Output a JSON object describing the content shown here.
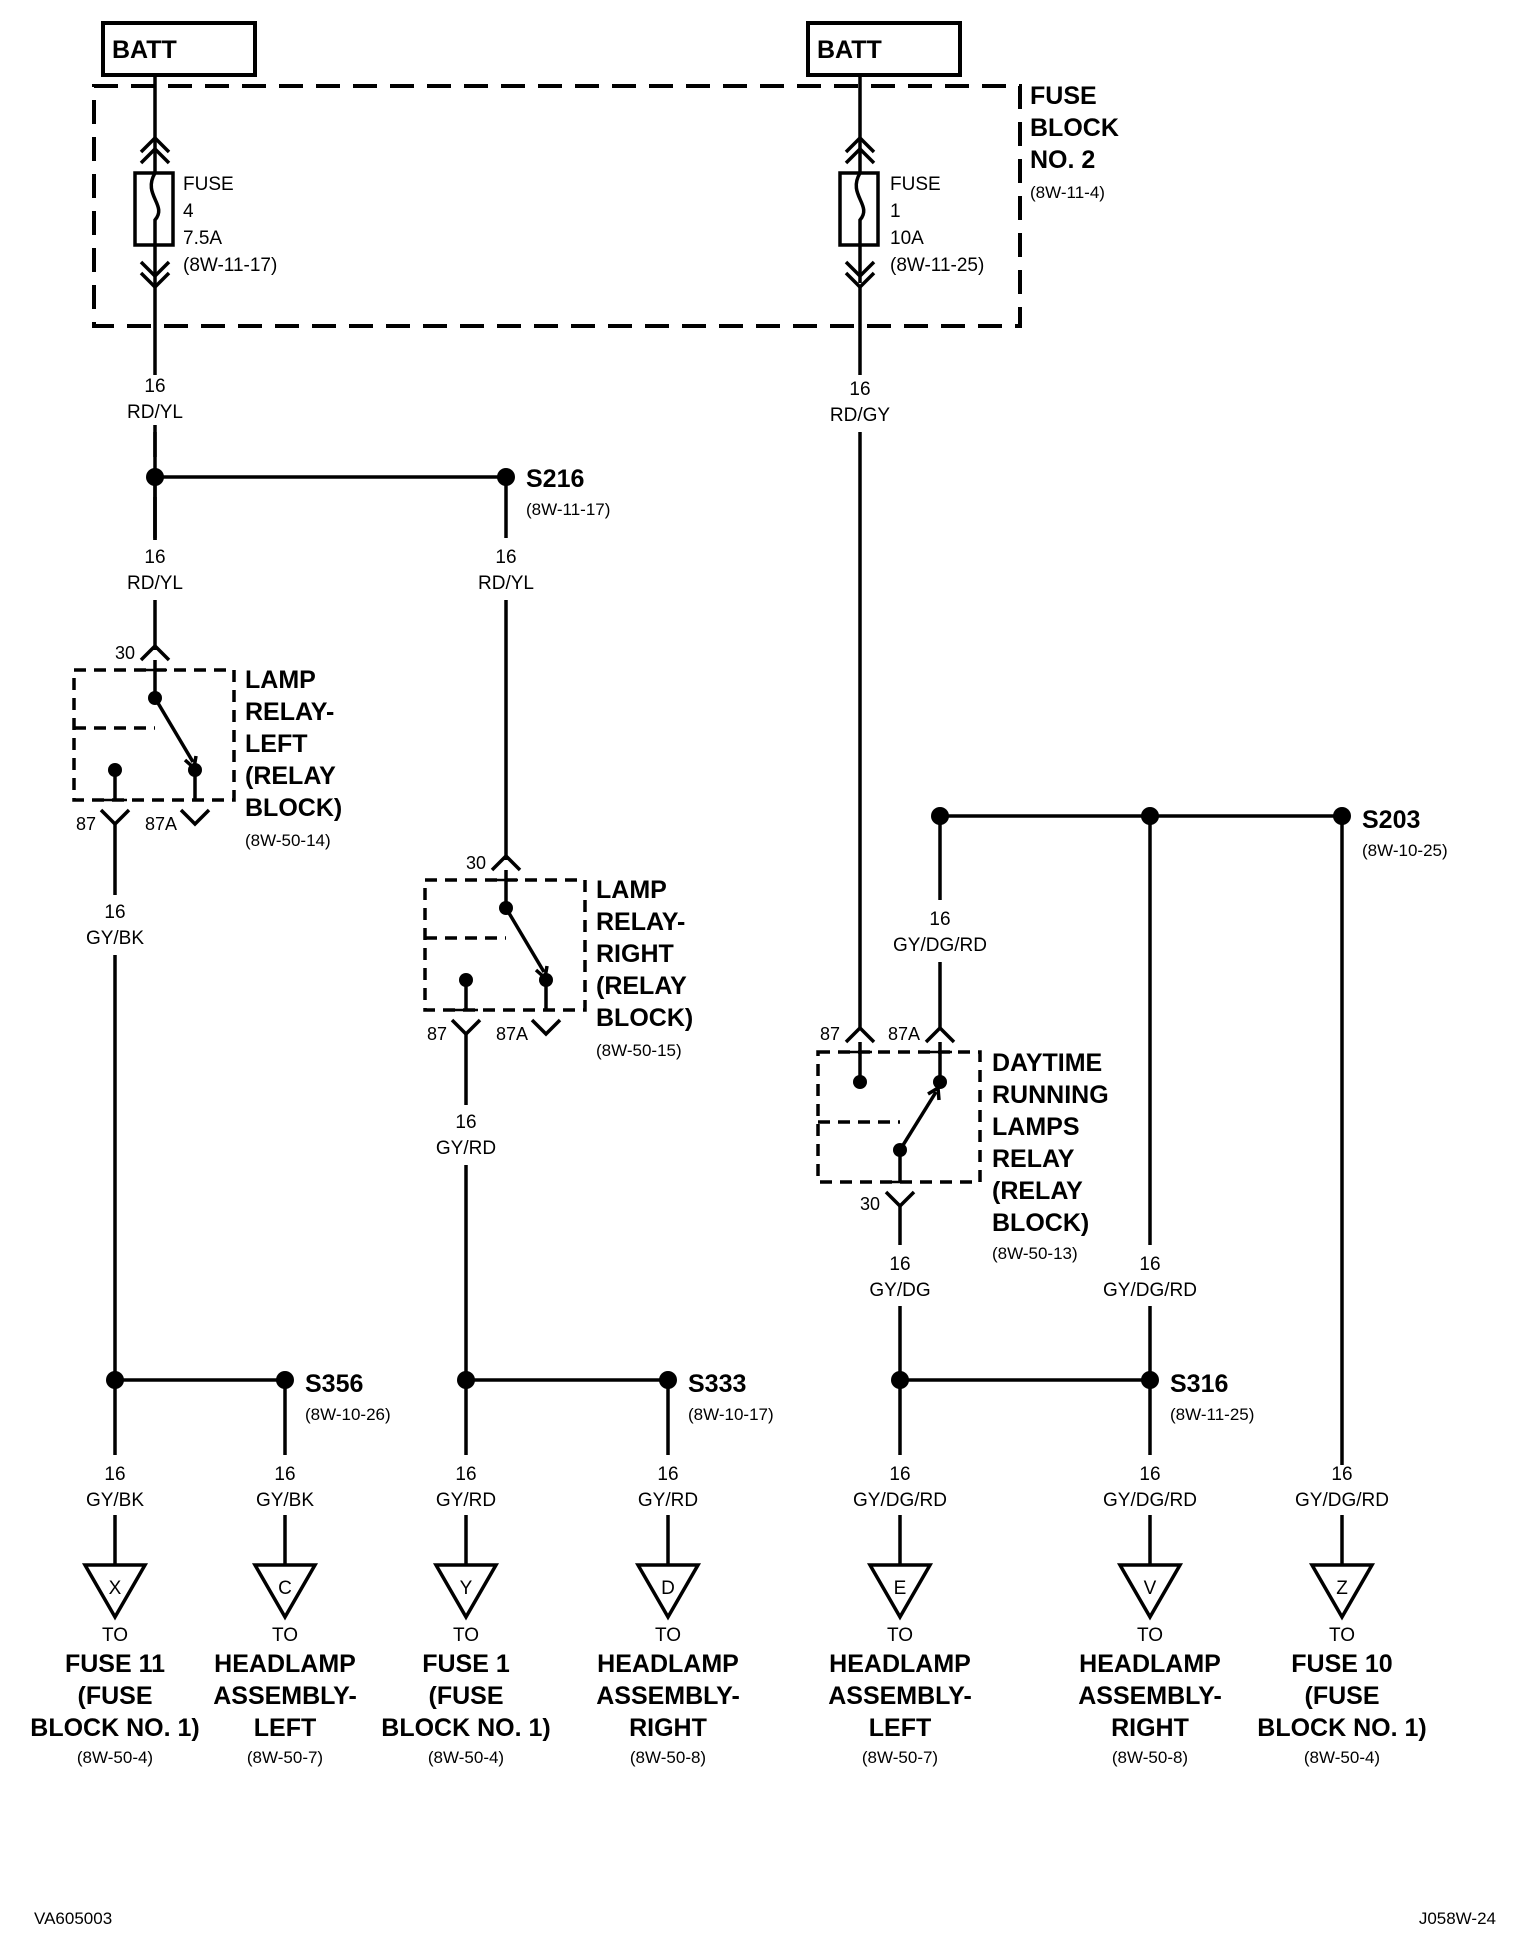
{
  "batt": [
    "BATT",
    "BATT"
  ],
  "fuse_block": {
    "lines": [
      "FUSE",
      "BLOCK",
      "NO. 2"
    ],
    "ref": "(8W-11-4)"
  },
  "fuses": [
    {
      "lines": [
        "FUSE",
        "4",
        "7.5A",
        "(8W-11-17)"
      ]
    },
    {
      "lines": [
        "FUSE",
        "1",
        "10A",
        "(8W-11-25)"
      ]
    }
  ],
  "wires": {
    "w1": [
      "16",
      "RD/YL"
    ],
    "w2": [
      "16",
      "RD/GY"
    ],
    "w3": [
      "16",
      "RD/YL"
    ],
    "w4": [
      "16",
      "RD/YL"
    ],
    "w5": [
      "16",
      "GY/BK"
    ],
    "w6": [
      "16",
      "GY/RD"
    ],
    "w7": [
      "16",
      "GY/DG/RD"
    ],
    "w8": [
      "16",
      "GY/DG"
    ],
    "w9": [
      "16",
      "GY/DG/RD"
    ],
    "b1": [
      "16",
      "GY/BK"
    ],
    "b2": [
      "16",
      "GY/BK"
    ],
    "b3": [
      "16",
      "GY/RD"
    ],
    "b4": [
      "16",
      "GY/RD"
    ],
    "b5": [
      "16",
      "GY/DG/RD"
    ],
    "b6": [
      "16",
      "GY/DG/RD"
    ],
    "b7": [
      "16",
      "GY/DG/RD"
    ]
  },
  "splices": {
    "s216": [
      "S216",
      "(8W-11-17)"
    ],
    "s203": [
      "S203",
      "(8W-10-25)"
    ],
    "s356": [
      "S356",
      "(8W-10-26)"
    ],
    "s333": [
      "S333",
      "(8W-10-17)"
    ],
    "s316": [
      "S316",
      "(8W-11-25)"
    ]
  },
  "relays": {
    "left": {
      "lines": [
        "LAMP",
        "RELAY-",
        "LEFT",
        "(RELAY",
        "BLOCK)"
      ],
      "ref": "(8W-50-14)",
      "pins": [
        "30",
        "87",
        "87A"
      ]
    },
    "right": {
      "lines": [
        "LAMP",
        "RELAY-",
        "RIGHT",
        "(RELAY",
        "BLOCK)"
      ],
      "ref": "(8W-50-15)",
      "pins": [
        "30",
        "87",
        "87A"
      ]
    },
    "drl": {
      "lines": [
        "DAYTIME",
        "RUNNING",
        "LAMPS",
        "RELAY",
        "(RELAY",
        "BLOCK)"
      ],
      "ref": "(8W-50-13)",
      "pins": [
        "87",
        "87A",
        "30"
      ]
    }
  },
  "connectors": [
    {
      "letter": "X",
      "to": "TO",
      "lines": [
        "FUSE 11",
        "(FUSE",
        "BLOCK NO. 1)"
      ],
      "ref": "(8W-50-4)"
    },
    {
      "letter": "C",
      "to": "TO",
      "lines": [
        "HEADLAMP",
        "ASSEMBLY-",
        "LEFT"
      ],
      "ref": "(8W-50-7)"
    },
    {
      "letter": "Y",
      "to": "TO",
      "lines": [
        "FUSE 1",
        "(FUSE",
        "BLOCK NO. 1)"
      ],
      "ref": "(8W-50-4)"
    },
    {
      "letter": "D",
      "to": "TO",
      "lines": [
        "HEADLAMP",
        "ASSEMBLY-",
        "RIGHT"
      ],
      "ref": "(8W-50-8)"
    },
    {
      "letter": "E",
      "to": "TO",
      "lines": [
        "HEADLAMP",
        "ASSEMBLY-",
        "LEFT"
      ],
      "ref": "(8W-50-7)"
    },
    {
      "letter": "V",
      "to": "TO",
      "lines": [
        "HEADLAMP",
        "ASSEMBLY-",
        "RIGHT"
      ],
      "ref": "(8W-50-8)"
    },
    {
      "letter": "Z",
      "to": "TO",
      "lines": [
        "FUSE 10",
        "(FUSE",
        "BLOCK NO. 1)"
      ],
      "ref": "(8W-50-4)"
    }
  ],
  "footer": {
    "left": "VA605003",
    "right": "J058W-24"
  }
}
